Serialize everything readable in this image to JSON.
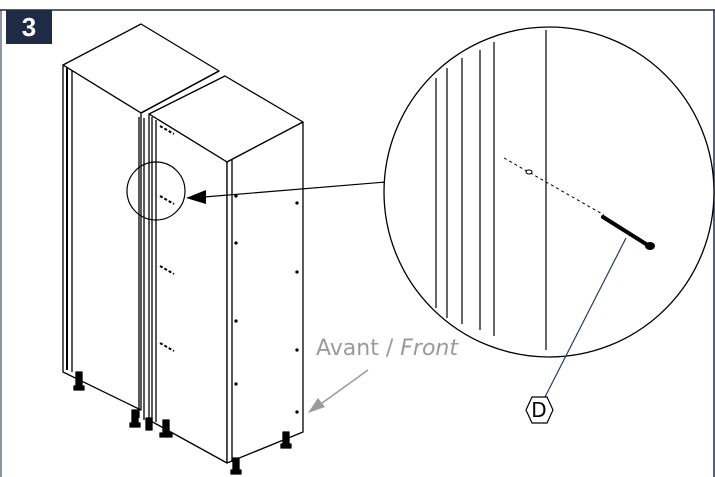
{
  "step": {
    "number": "3"
  },
  "front_label": {
    "fr": "Avant",
    "separator": " / ",
    "en": "Front"
  },
  "part": {
    "letter": "D"
  },
  "colors": {
    "badge": "#1f2a44",
    "front_label": "#9a9a9a",
    "line": "#000000",
    "border": "#1f2a44"
  },
  "icons": [
    "cabinet-illustration",
    "screw-icon",
    "hexagon-part-marker",
    "arrow-icon"
  ]
}
